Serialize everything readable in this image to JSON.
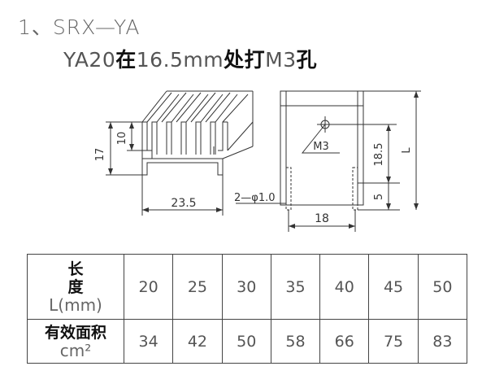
{
  "title": {
    "line1": "1、SRX—YA",
    "line2_prefix": "YA20",
    "line2_cjk1": "在",
    "line2_mid": "16.5mm",
    "line2_cjk2": "处打",
    "line2_end": "M3",
    "line2_cjk3": "孔"
  },
  "drawing": {
    "dim_17": "17",
    "dim_10": "10",
    "dim_23_5": "23.5",
    "pin_note": "2—φ1.0",
    "dim_18": "18",
    "hole_label": "M3",
    "dim_18_5": "18.5",
    "dim_L": "L",
    "dim_5": "5"
  },
  "table": {
    "row1_header_line1": "长 度",
    "row1_header_line2": "L(mm)",
    "row2_header_line1": "有效面积",
    "row2_header_line2": "cm²",
    "lengths": [
      "20",
      "25",
      "30",
      "35",
      "40",
      "45",
      "50"
    ],
    "areas": [
      "34",
      "42",
      "50",
      "58",
      "66",
      "75",
      "83"
    ]
  }
}
